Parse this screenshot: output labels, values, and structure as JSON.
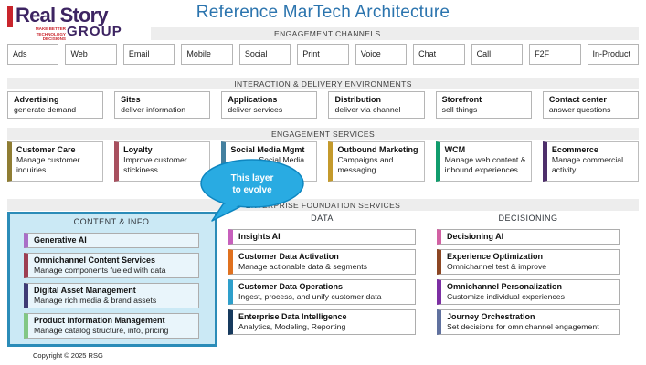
{
  "brand": {
    "name_line1": "Real Story",
    "name_line2": "GROUP",
    "tagline_line1": "MAKE BETTER",
    "tagline_line2": "TECHNOLOGY DECISIONS",
    "purple": "#3D2462",
    "red": "#C9252C"
  },
  "header": {
    "title": "Reference MarTech Architecture",
    "title_color": "#2B74AE"
  },
  "channels": {
    "banner": "ENGAGEMENT CHANNELS",
    "items": [
      "Ads",
      "Web",
      "Email",
      "Mobile",
      "Social",
      "Print",
      "Voice",
      "Chat",
      "Call",
      "F2F",
      "In-Product"
    ]
  },
  "environments": {
    "banner": "INTERACTION & DELIVERY ENVIRONMENTS",
    "items": [
      {
        "title": "Advertising",
        "subtitle": "generate demand"
      },
      {
        "title": "Sites",
        "subtitle": "deliver information"
      },
      {
        "title": "Applications",
        "subtitle": "deliver services"
      },
      {
        "title": "Distribution",
        "subtitle": "deliver via channel"
      },
      {
        "title": "Storefront",
        "subtitle": "sell things"
      },
      {
        "title": "Contact center",
        "subtitle": "answer questions"
      }
    ]
  },
  "services": {
    "banner": "ENGAGEMENT SERVICES",
    "items": [
      {
        "title": "Customer Care",
        "subtitle": "Manage customer inquiries",
        "color": "#8F7D33"
      },
      {
        "title": "Loyalty",
        "subtitle": "Improve customer stickiness",
        "color": "#A8505F"
      },
      {
        "title": "Social Media Mgmt",
        "subtitle": "Social Media",
        "color": "#44809F"
      },
      {
        "title": "Outbound Marketing",
        "subtitle": "Campaigns and messaging",
        "color": "#C49A2C"
      },
      {
        "title": "WCM",
        "subtitle": "Manage web content & inbound experiences",
        "color": "#119C6D"
      },
      {
        "title": "Ecommerce",
        "subtitle": "Manage commercial activity",
        "color": "#4E2F6B"
      }
    ]
  },
  "foundation": {
    "banner": "ENTERPRISE FOUNDATION SERVICES",
    "highlight_fill": "#CBE9F5",
    "highlight_border": "#2B8CB8",
    "columns": [
      {
        "header": "CONTENT & INFO",
        "items": [
          {
            "title": "Generative AI",
            "color": "#A96FC7"
          },
          {
            "title": "Omnichannel Content Services",
            "subtitle": "Manage components fueled with data",
            "color": "#9C3F52"
          },
          {
            "title": "Digital Asset Management",
            "subtitle": "Manage rich media & brand assets",
            "color": "#3E3C75"
          },
          {
            "title": "Product Information Management",
            "subtitle": "Manage catalog structure, info, pricing",
            "color": "#82C785"
          }
        ]
      },
      {
        "header": "DATA",
        "items": [
          {
            "title": "Insights AI",
            "color": "#C75FBC"
          },
          {
            "title": "Customer Data Activation",
            "subtitle": "Manage actionable data & segments",
            "color": "#E0711F"
          },
          {
            "title": "Customer Data Operations",
            "subtitle": "Ingest, process, and unify customer data",
            "color": "#2E9FCB"
          },
          {
            "title": "Enterprise Data Intelligence",
            "subtitle": "Analytics, Modeling, Reporting",
            "color": "#173A5E"
          }
        ]
      },
      {
        "header": "DECISIONING",
        "items": [
          {
            "title": "Decisioning AI",
            "color": "#D261A3"
          },
          {
            "title": "Experience Optimization",
            "subtitle": "Omnichannel test & improve",
            "color": "#8C4623"
          },
          {
            "title": "Omnichannel Personalization",
            "subtitle": "Customize individual experiences",
            "color": "#7C2FA3"
          },
          {
            "title": "Journey Orchestration",
            "subtitle": "Set decisions for omnichannel engagement",
            "color": "#60719F"
          }
        ]
      }
    ]
  },
  "callout": {
    "line1": "This layer",
    "line2": "to evolve",
    "fill": "#29ABE2",
    "stroke": "#0E86C0"
  },
  "footer": {
    "copyright": "Copyright © 2025 RSG"
  }
}
